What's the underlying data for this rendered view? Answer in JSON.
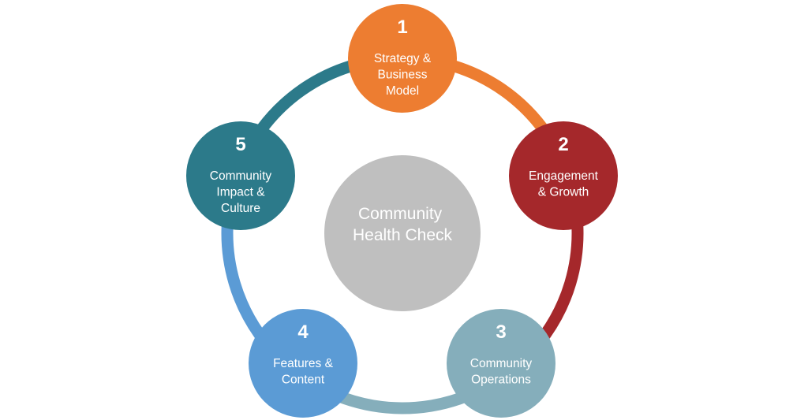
{
  "center": {
    "lines": [
      "Community",
      "Health Check"
    ],
    "color": "#bfbfbf"
  },
  "nodes": [
    {
      "number": "1",
      "lines": [
        "Strategy &",
        "Business",
        "Model"
      ],
      "color": "#ed7d31"
    },
    {
      "number": "2",
      "lines": [
        "Engagement",
        "& Growth"
      ],
      "color": "#a5282b"
    },
    {
      "number": "3",
      "lines": [
        "Community",
        "Operations"
      ],
      "color": "#85aebb"
    },
    {
      "number": "4",
      "lines": [
        "Features &",
        "Content"
      ],
      "color": "#5b9bd5"
    },
    {
      "number": "5",
      "lines": [
        "Community",
        "Impact &",
        "Culture"
      ],
      "color": "#2c7a8a"
    }
  ]
}
